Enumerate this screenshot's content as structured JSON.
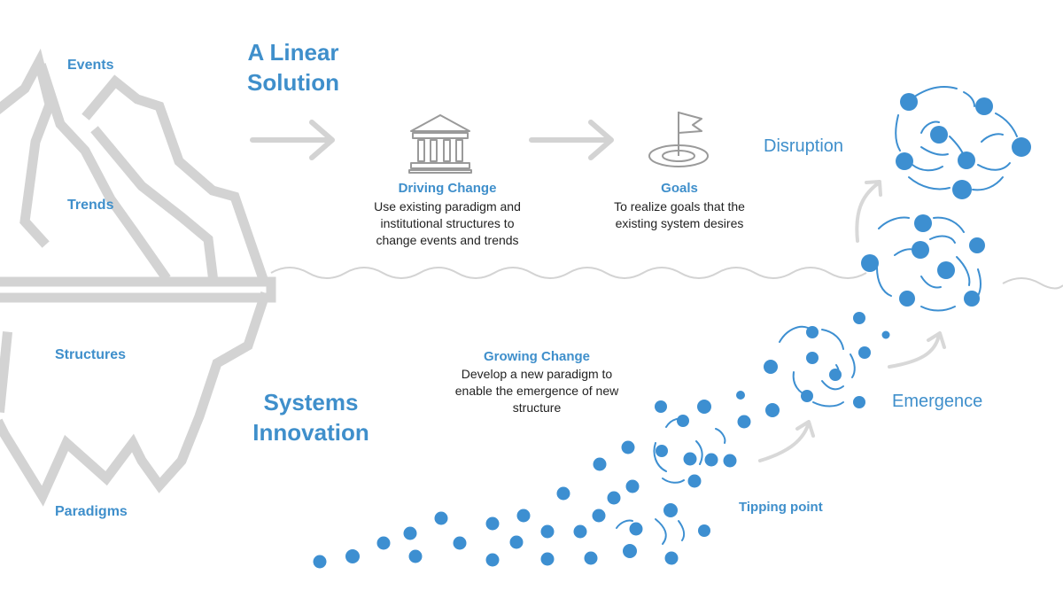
{
  "iceberg_layers": {
    "events": "Events",
    "trends": "Trends",
    "structures": "Structures",
    "paradigms": "Paradigms"
  },
  "linear": {
    "heading": "A Linear Solution",
    "driving_change": {
      "icon": "institution-building-icon",
      "title": "Driving Change",
      "description": "Use existing paradigm and institutional structures to change events and trends"
    },
    "goals": {
      "icon": "flag-target-icon",
      "title": "Goals",
      "description": "To realize goals that the existing system desires"
    },
    "disruption": "Disruption"
  },
  "systems": {
    "heading": "Systems Innovation",
    "growing_change": {
      "title": "Growing Change",
      "description": "Develop a new paradigm to enable the emergence of new structure"
    },
    "tipping_point": "Tipping point",
    "emergence": "Emergence"
  },
  "colors": {
    "accent": "#3f8fcb",
    "dot": "#3d8fd1",
    "lines": "#d3d3d3",
    "text": "#222222"
  }
}
